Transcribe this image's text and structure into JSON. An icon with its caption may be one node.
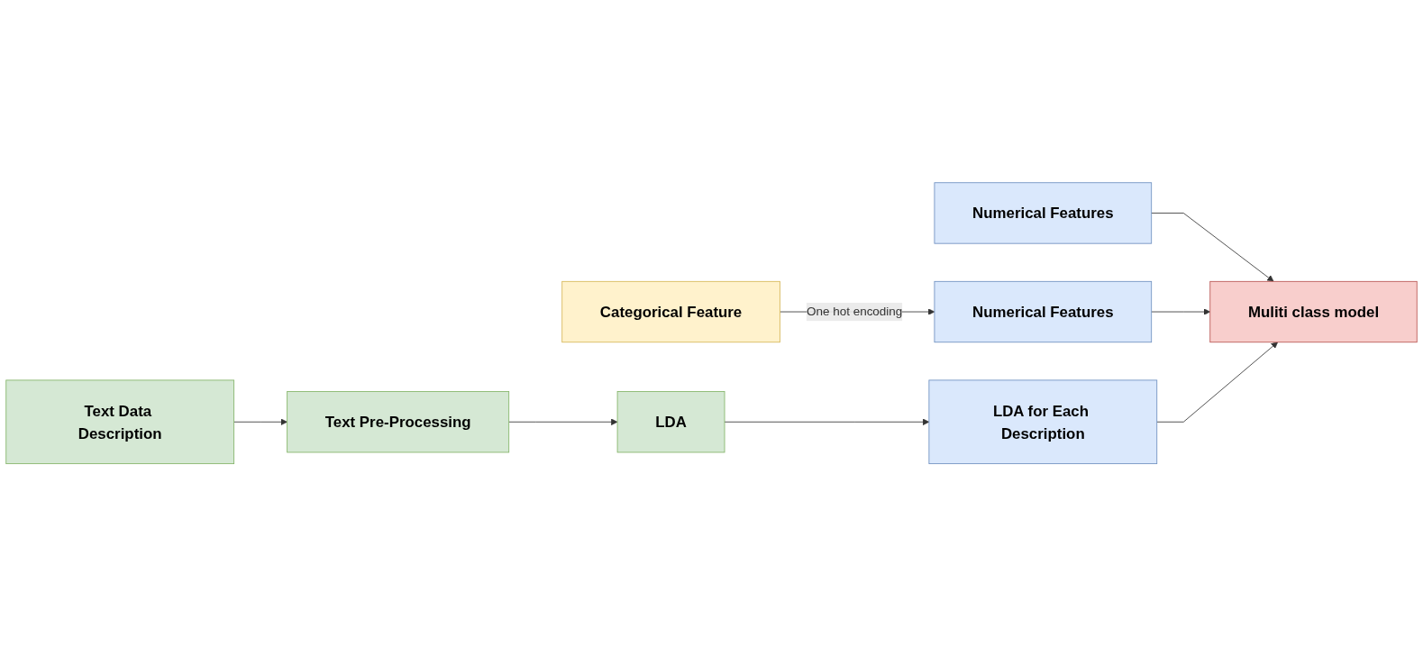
{
  "diagram": {
    "nodes": [
      {
        "text": [
          "Numerical Features"
        ]
      },
      {
        "text": [
          "Categorical Feature"
        ]
      },
      {
        "text": [
          "Numerical Features"
        ]
      },
      {
        "text": [
          "Muliti class model"
        ]
      },
      {
        "text": [
          "Text Data Description"
        ]
      },
      {
        "text": [
          "Text Pre-Processing"
        ]
      },
      {
        "text": [
          "LDA"
        ]
      },
      {
        "text": [
          "LDA for Each Description"
        ]
      }
    ],
    "edges": [
      {
        "from": 0,
        "to": 3,
        "arrow": "to"
      },
      {
        "from": 1,
        "to": 2,
        "label": "One hot encoding",
        "arrow": "to"
      },
      {
        "from": 2,
        "to": 3,
        "arrow": "to"
      },
      {
        "from": 4,
        "to": 5,
        "arrow": "to"
      },
      {
        "from": 5,
        "to": 6,
        "arrow": "to"
      },
      {
        "from": 6,
        "to": 7,
        "arrow": "to"
      },
      {
        "from": 7,
        "to": 3,
        "arrow": "to"
      }
    ]
  }
}
